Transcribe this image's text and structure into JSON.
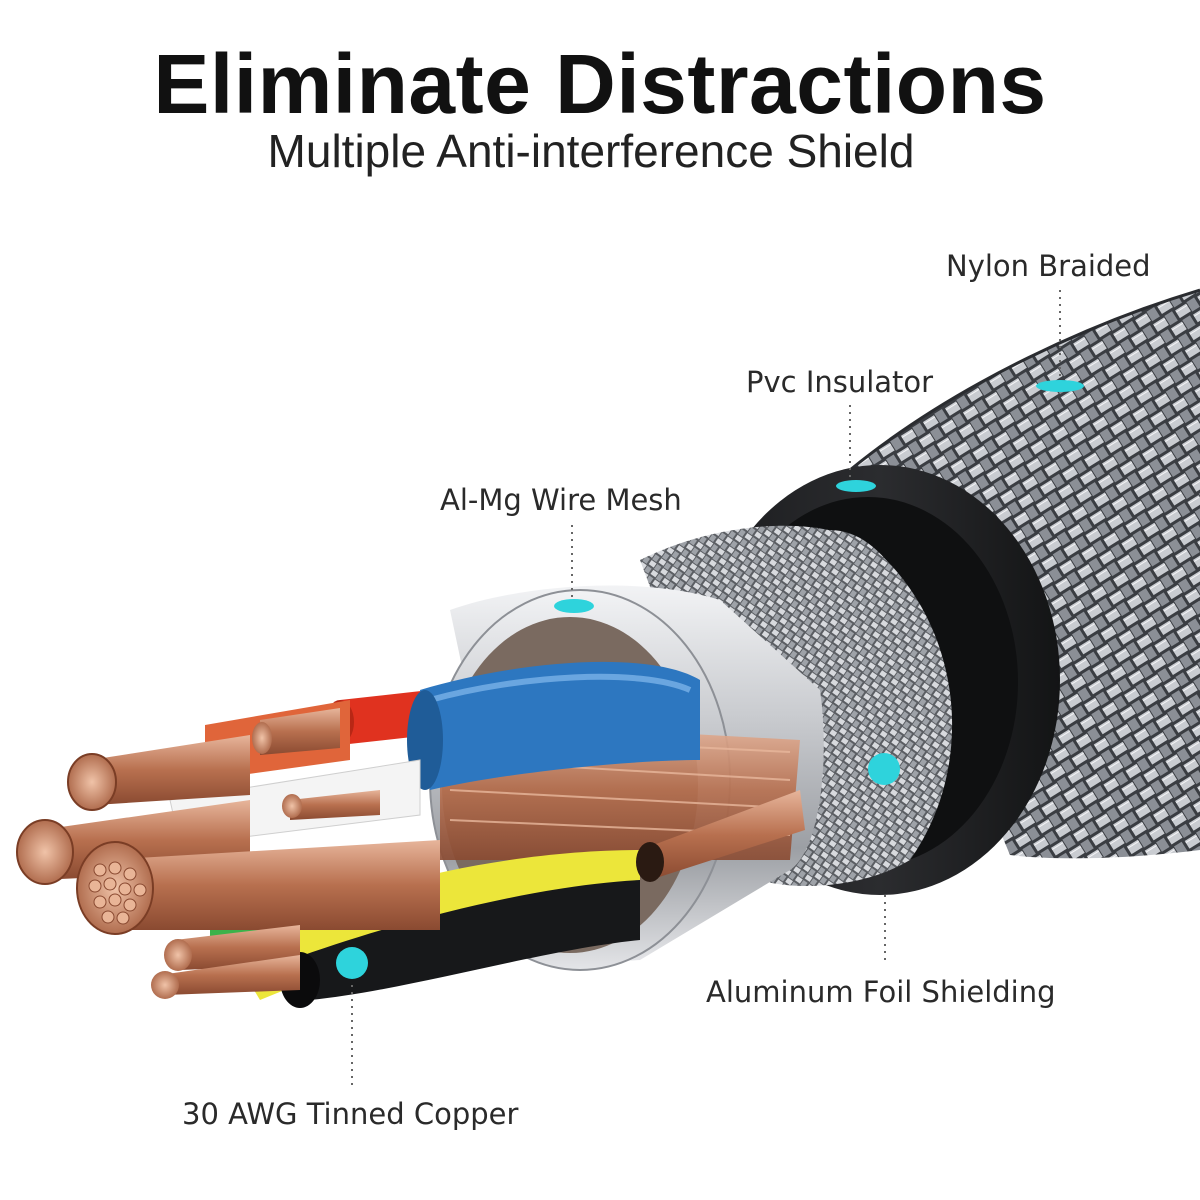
{
  "title": "Eliminate Distractions",
  "subtitle": "Multiple Anti-interference Shield",
  "callouts": {
    "nylon": "Nylon Braided",
    "pvc": "Pvc Insulator",
    "mesh": "Al-Mg Wire Mesh",
    "foil": "Aluminum Foil Shielding",
    "copper": "30 AWG Tinned Copper"
  },
  "colors": {
    "marker": "#2ed3dc",
    "wire_red": "#e0321f",
    "wire_orange": "#e0653a",
    "wire_blue": "#2d77c0",
    "wire_yellow": "#ece63a",
    "wire_white": "#f4f4f4",
    "copper": "#c8876a"
  }
}
